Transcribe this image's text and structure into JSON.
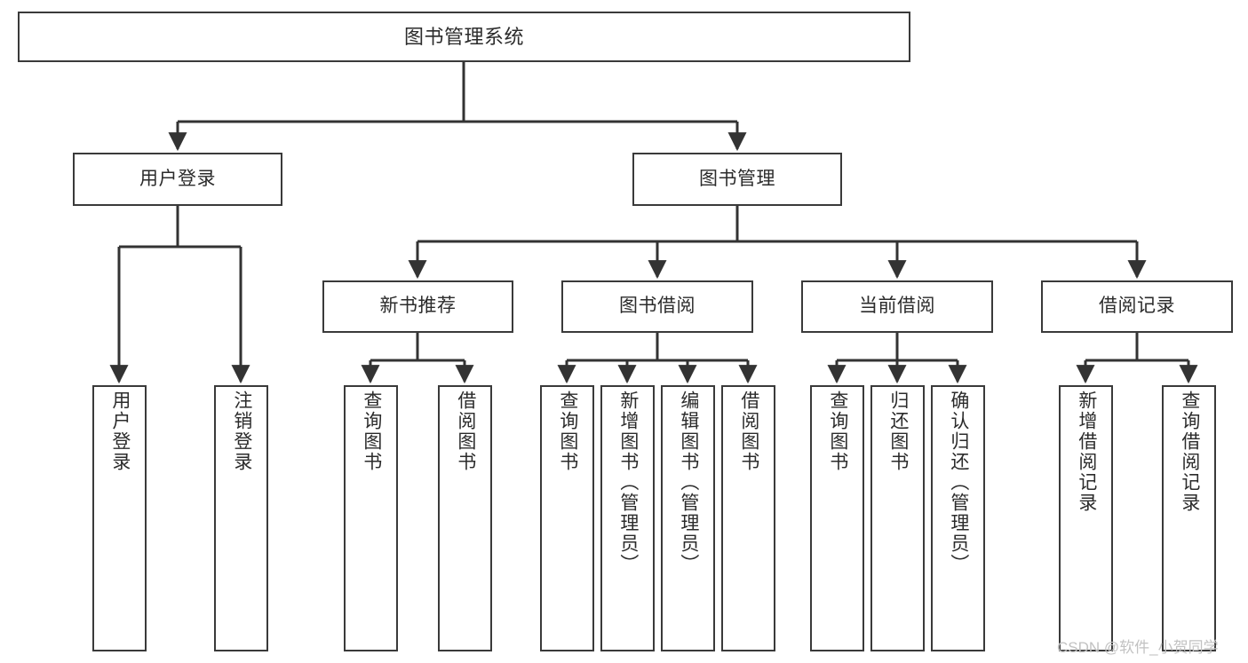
{
  "diagram": {
    "type": "tree-hierarchy",
    "title": "图书管理系统",
    "watermark": "CSDN @软件_小贺同学",
    "colors": {
      "box_border": "#3a3a3a",
      "box_fill": "#ffffff",
      "connector": "#333333",
      "text": "#2b2b2b",
      "watermark": "#c2c2c2"
    },
    "nodes": {
      "root": {
        "label": "图书管理系统"
      },
      "level2": [
        {
          "id": "user-login",
          "label": "用户登录"
        },
        {
          "id": "book-management",
          "label": "图书管理"
        }
      ],
      "level3": [
        {
          "id": "new-book-recommend",
          "label": "新书推荐"
        },
        {
          "id": "book-borrow",
          "label": "图书借阅"
        },
        {
          "id": "current-borrow",
          "label": "当前借阅"
        },
        {
          "id": "borrow-record",
          "label": "借阅记录"
        }
      ],
      "leaves": {
        "user-login": [
          {
            "id": "leaf-user-login",
            "label": "用户登录"
          },
          {
            "id": "leaf-logout-login",
            "label": "注销登录"
          }
        ],
        "new-book-recommend": [
          {
            "id": "leaf-query-book-1",
            "label": "查询图书"
          },
          {
            "id": "leaf-borrow-book-1",
            "label": "借阅图书"
          }
        ],
        "book-borrow": [
          {
            "id": "leaf-query-book-2",
            "label": "查询图书"
          },
          {
            "id": "leaf-add-book",
            "label": "新增图书（管理员）"
          },
          {
            "id": "leaf-edit-book",
            "label": "编辑图书（管理员）"
          },
          {
            "id": "leaf-borrow-book-2",
            "label": "借阅图书"
          }
        ],
        "current-borrow": [
          {
            "id": "leaf-query-book-3",
            "label": "查询图书"
          },
          {
            "id": "leaf-return-book",
            "label": "归还图书"
          },
          {
            "id": "leaf-confirm-return",
            "label": "确认归还（管理员）"
          }
        ],
        "borrow-record": [
          {
            "id": "leaf-add-record",
            "label": "新增借阅记录"
          },
          {
            "id": "leaf-query-record",
            "label": "查询借阅记录"
          }
        ]
      }
    }
  }
}
